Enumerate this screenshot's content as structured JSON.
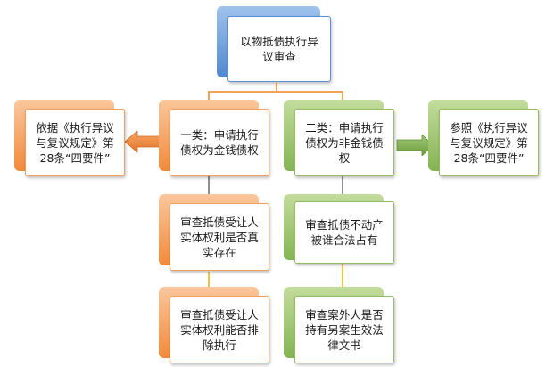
{
  "top": {
    "text": "以物抵债执行异\n议审查"
  },
  "left_ref": {
    "text": "依据《执行异议\n与复议规定》第\n28条“四要件”"
  },
  "type1": {
    "text": "一类：申请执行\n债权为金钱债权"
  },
  "type2": {
    "text": "二类：申请执行\n债权为非金钱债\n权"
  },
  "right_ref": {
    "text": "参照《执行异议\n与复议规定》第\n28条“四要件”"
  },
  "step1a": {
    "text": "审查抵债受让人\n实体权利是否真\n实存在"
  },
  "step1b": {
    "text": "审查抵债受让人\n实体权利能否排\n除执行"
  },
  "step2a": {
    "text": "审查抵债不动产\n被谁合法占有"
  },
  "step2b": {
    "text": "审查案外人是否\n持有另案生效法\n律文书"
  },
  "colors": {
    "blue": "#4f87cf",
    "orange": "#f08a3c",
    "green": "#84b454"
  }
}
